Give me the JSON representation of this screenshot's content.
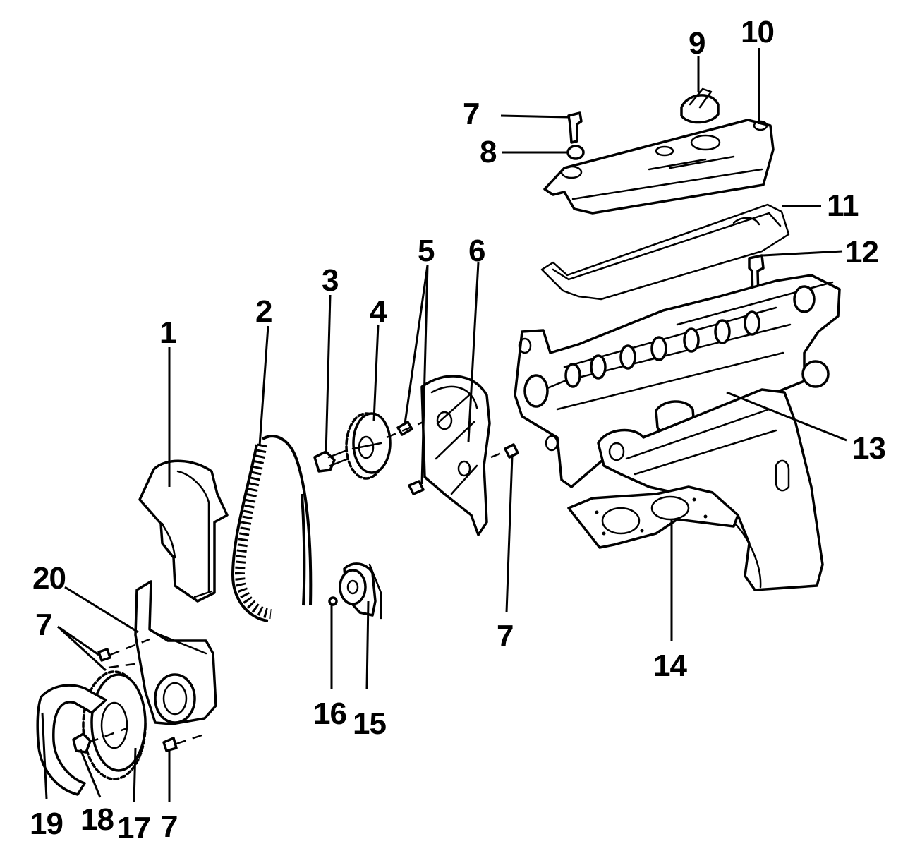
{
  "diagram": {
    "callouts": [
      {
        "id": "c1",
        "label": "1"
      },
      {
        "id": "c2",
        "label": "2"
      },
      {
        "id": "c3",
        "label": "3"
      },
      {
        "id": "c4",
        "label": "4"
      },
      {
        "id": "c5",
        "label": "5"
      },
      {
        "id": "c6",
        "label": "6"
      },
      {
        "id": "c7a",
        "label": "7"
      },
      {
        "id": "c8",
        "label": "8"
      },
      {
        "id": "c9",
        "label": "9"
      },
      {
        "id": "c10",
        "label": "10"
      },
      {
        "id": "c11",
        "label": "11"
      },
      {
        "id": "c12",
        "label": "12"
      },
      {
        "id": "c13",
        "label": "13"
      },
      {
        "id": "c14",
        "label": "14"
      },
      {
        "id": "c15",
        "label": "15"
      },
      {
        "id": "c16",
        "label": "16"
      },
      {
        "id": "c7b",
        "label": "7"
      },
      {
        "id": "c20",
        "label": "20"
      },
      {
        "id": "c7c",
        "label": "7"
      },
      {
        "id": "c19",
        "label": "19"
      },
      {
        "id": "c18",
        "label": "18"
      },
      {
        "id": "c17",
        "label": "17"
      },
      {
        "id": "c7d",
        "label": "7"
      }
    ]
  }
}
